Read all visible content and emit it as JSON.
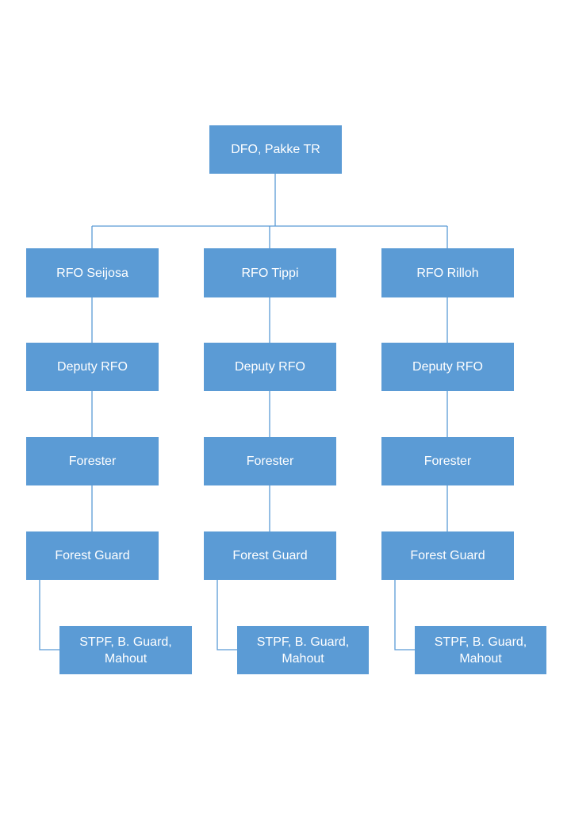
{
  "chart": {
    "root": {
      "label": "DFO, Pakke TR"
    },
    "ranges": [
      {
        "rfo": "RFO Seijosa",
        "deputy": "Deputy RFO",
        "forester": "Forester",
        "guard": "Forest Guard",
        "staff": "STPF, B. Guard, Mahout"
      },
      {
        "rfo": "RFO Tippi",
        "deputy": "Deputy RFO",
        "forester": "Forester",
        "guard": "Forest Guard",
        "staff": "STPF, B. Guard, Mahout"
      },
      {
        "rfo": "RFO Rilloh",
        "deputy": "Deputy RFO",
        "forester": "Forester",
        "guard": "Forest Guard",
        "staff": "STPF, B. Guard, Mahout"
      }
    ]
  },
  "colors": {
    "node_fill": "#5b9bd5",
    "node_text": "#ffffff",
    "connector": "#5b9bd5"
  }
}
